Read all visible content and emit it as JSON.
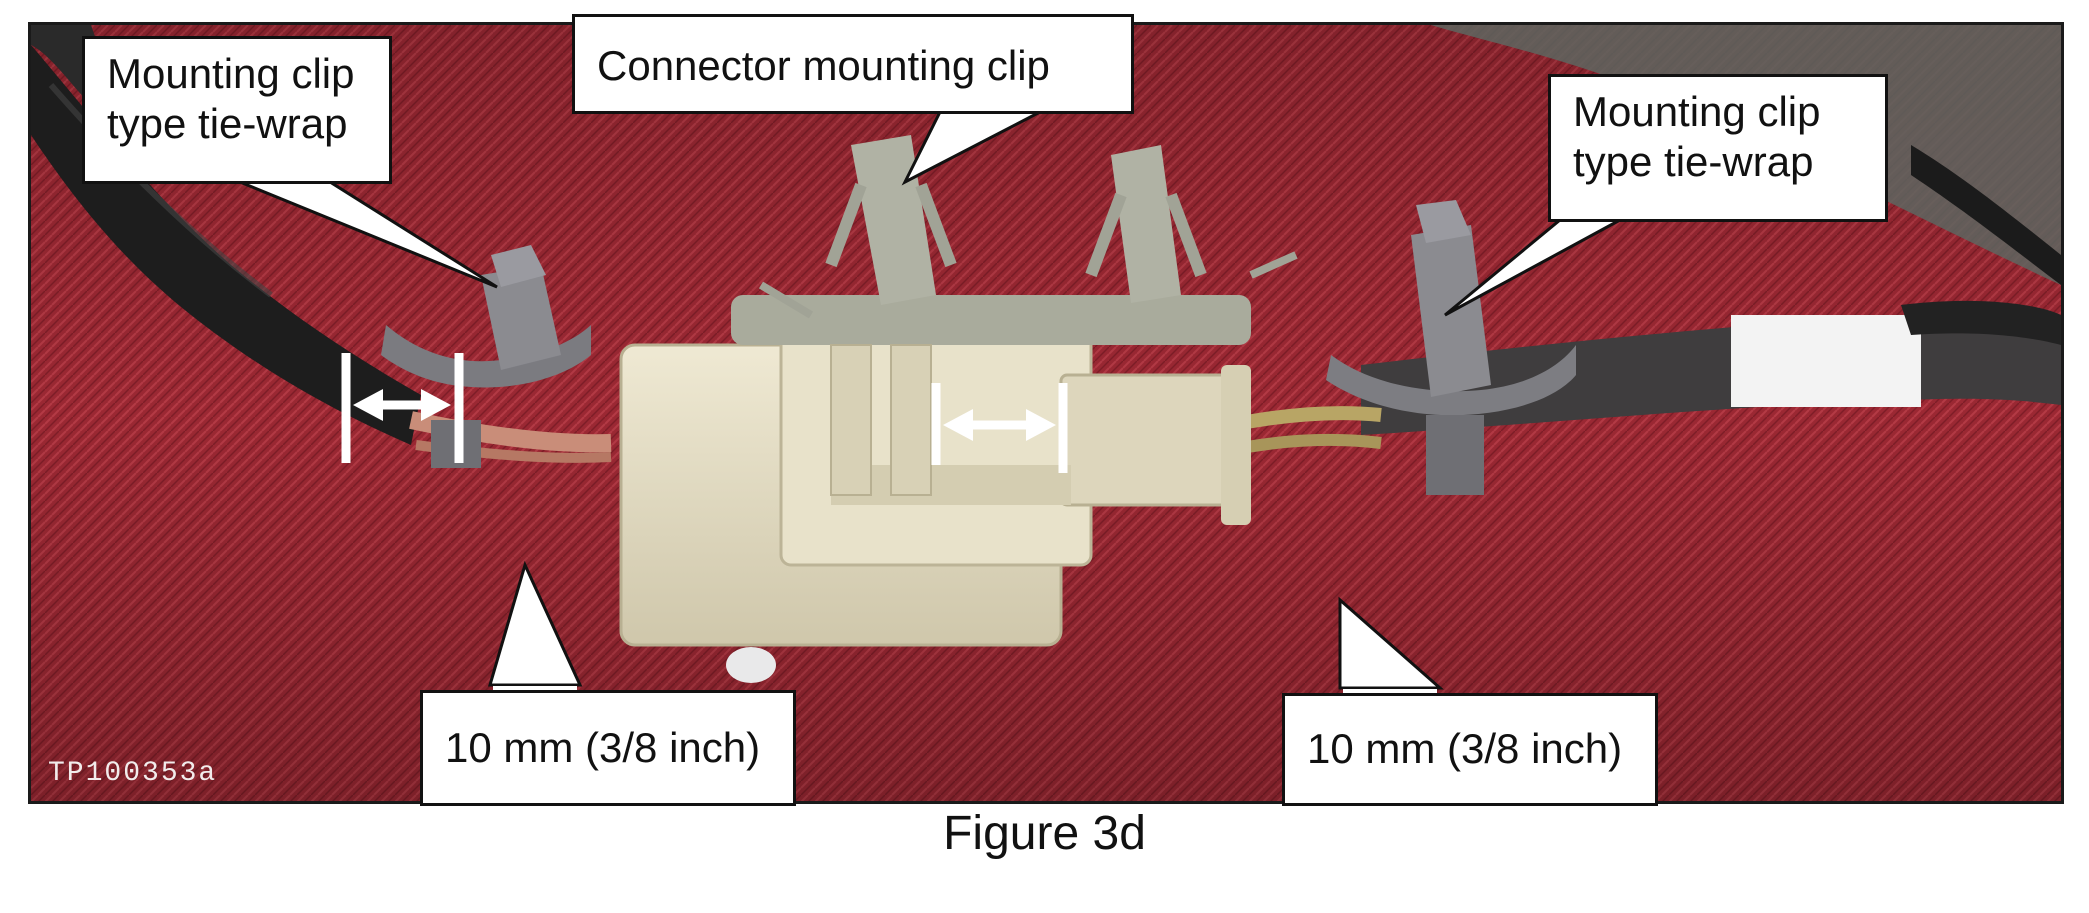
{
  "callouts": {
    "left_clip": {
      "line1": "Mounting clip",
      "line2": "type tie-wrap"
    },
    "connector_clip": {
      "line1": "Connector mounting clip"
    },
    "right_clip": {
      "line1": "Mounting clip",
      "line2": "type tie-wrap"
    },
    "left_distance": {
      "line1": "10 mm (3/8 inch)"
    },
    "right_distance": {
      "line1": "10 mm (3/8 inch)"
    }
  },
  "photo": {
    "code": "TP100353a",
    "icons": [
      "harness-cable",
      "tie-wrap-clip",
      "connector-body",
      "connector-mounting-clip",
      "dimension-arrow"
    ]
  },
  "caption": "Figure 3d",
  "colors": {
    "background_fabric": "#9e2a35",
    "connector": "#e3dcc4",
    "clip": "#8a8a8e",
    "cable": "#1e1e1e",
    "annotation": "#ffffff"
  }
}
